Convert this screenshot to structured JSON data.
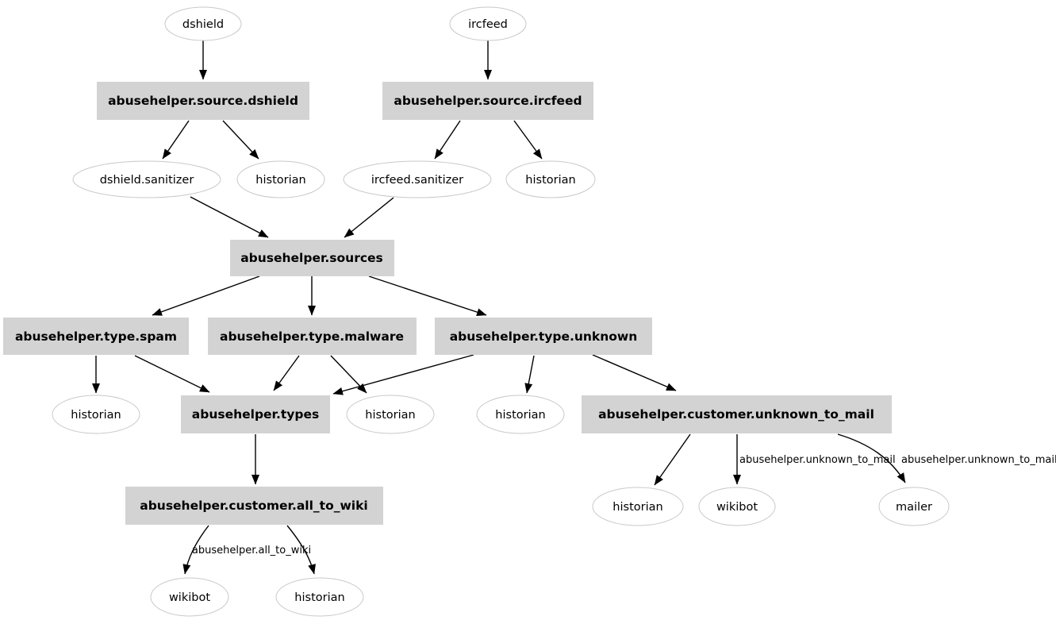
{
  "diagram": {
    "kind": "directed-graph",
    "description": "AbuseHelper bot dependency graph rendered graphviz-style on white background"
  },
  "colors": {
    "background": "#ffffff",
    "box_fill": "#d3d3d3",
    "ellipse_fill": "#ffffff",
    "ellipse_stroke": "#c9c9c9",
    "edge_color": "#000000",
    "text_color": "#000000"
  },
  "nodes": {
    "dshield": "dshield",
    "ircfeed": "ircfeed",
    "source_dshield": "abusehelper.source.dshield",
    "source_ircfeed": "abusehelper.source.ircfeed",
    "dshield_sanitizer": "dshield.sanitizer",
    "historian1": "historian",
    "ircfeed_sanitizer": "ircfeed.sanitizer",
    "historian2": "historian",
    "sources": "abusehelper.sources",
    "type_spam": "abusehelper.type.spam",
    "type_malware": "abusehelper.type.malware",
    "type_unknown": "abusehelper.type.unknown",
    "historian3": "historian",
    "types": "abusehelper.types",
    "historian4": "historian",
    "historian5": "historian",
    "unknown_to_mail": "abusehelper.customer.unknown_to_mail",
    "historian6": "historian",
    "wikibot1": "wikibot",
    "mailer": "mailer",
    "all_to_wiki": "abusehelper.customer.all_to_wiki",
    "wikibot2": "wikibot",
    "historian7": "historian"
  },
  "edge_labels": {
    "unknown_to_mail_wikibot": "abusehelper.unknown_to_mail",
    "unknown_to_mail_mailer": "abusehelper.unknown_to_mail",
    "all_to_wiki_wikibot": "abusehelper.all_to_wiki"
  },
  "edges": [
    {
      "from": "dshield",
      "to": "abusehelper.source.dshield"
    },
    {
      "from": "ircfeed",
      "to": "abusehelper.source.ircfeed"
    },
    {
      "from": "abusehelper.source.dshield",
      "to": "dshield.sanitizer"
    },
    {
      "from": "abusehelper.source.dshield",
      "to": "historian"
    },
    {
      "from": "abusehelper.source.ircfeed",
      "to": "ircfeed.sanitizer"
    },
    {
      "from": "abusehelper.source.ircfeed",
      "to": "historian"
    },
    {
      "from": "dshield.sanitizer",
      "to": "abusehelper.sources"
    },
    {
      "from": "ircfeed.sanitizer",
      "to": "abusehelper.sources"
    },
    {
      "from": "abusehelper.sources",
      "to": "abusehelper.type.spam"
    },
    {
      "from": "abusehelper.sources",
      "to": "abusehelper.type.malware"
    },
    {
      "from": "abusehelper.sources",
      "to": "abusehelper.type.unknown"
    },
    {
      "from": "abusehelper.type.spam",
      "to": "historian"
    },
    {
      "from": "abusehelper.type.spam",
      "to": "abusehelper.types"
    },
    {
      "from": "abusehelper.type.malware",
      "to": "abusehelper.types"
    },
    {
      "from": "abusehelper.type.malware",
      "to": "historian"
    },
    {
      "from": "abusehelper.type.unknown",
      "to": "abusehelper.types"
    },
    {
      "from": "abusehelper.type.unknown",
      "to": "historian"
    },
    {
      "from": "abusehelper.type.unknown",
      "to": "abusehelper.customer.unknown_to_mail"
    },
    {
      "from": "abusehelper.customer.unknown_to_mail",
      "to": "historian"
    },
    {
      "from": "abusehelper.customer.unknown_to_mail",
      "to": "wikibot",
      "label": "abusehelper.unknown_to_mail"
    },
    {
      "from": "abusehelper.customer.unknown_to_mail",
      "to": "mailer",
      "label": "abusehelper.unknown_to_mail"
    },
    {
      "from": "abusehelper.types",
      "to": "abusehelper.customer.all_to_wiki"
    },
    {
      "from": "abusehelper.customer.all_to_wiki",
      "to": "wikibot",
      "label": "abusehelper.all_to_wiki"
    },
    {
      "from": "abusehelper.customer.all_to_wiki",
      "to": "historian"
    }
  ]
}
